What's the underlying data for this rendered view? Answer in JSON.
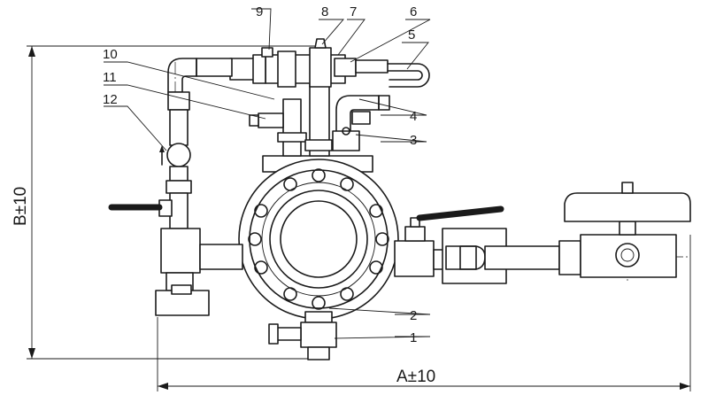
{
  "dimensions": {
    "width_label": "A±10",
    "height_label": "B±10"
  },
  "callouts": [
    {
      "n": "1"
    },
    {
      "n": "2"
    },
    {
      "n": "3"
    },
    {
      "n": "4"
    },
    {
      "n": "5"
    },
    {
      "n": "6"
    },
    {
      "n": "7"
    },
    {
      "n": "8"
    },
    {
      "n": "9"
    },
    {
      "n": "10"
    },
    {
      "n": "11"
    },
    {
      "n": "12"
    }
  ]
}
